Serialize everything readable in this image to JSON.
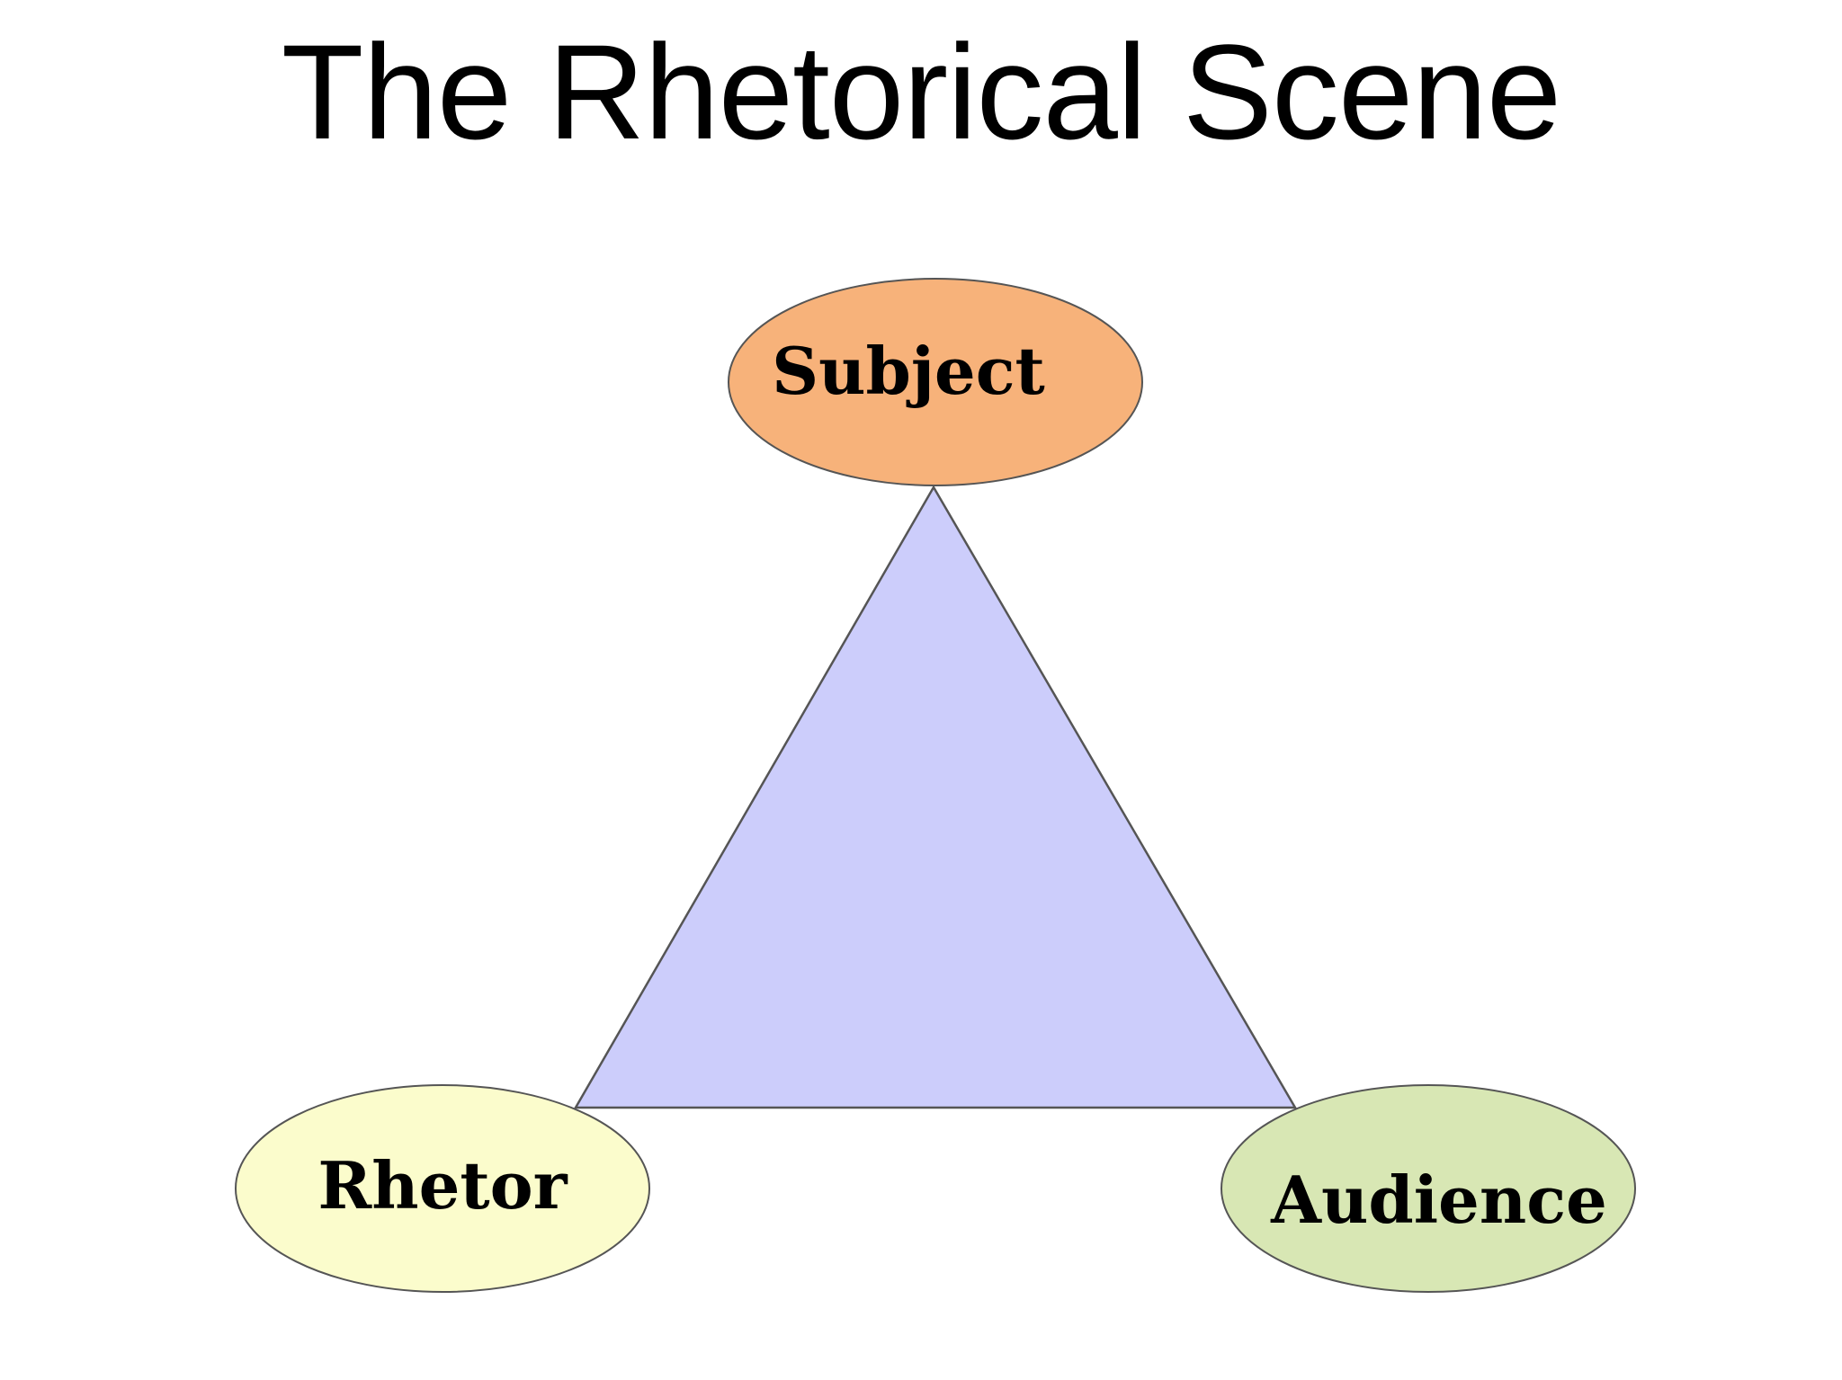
{
  "title": "The Rhetorical Scene",
  "diagram": {
    "type": "rhetorical-triangle",
    "nodes": [
      {
        "id": "subject",
        "label": "Subject",
        "color": "#f7b27a"
      },
      {
        "id": "rhetor",
        "label": "Rhetor",
        "color": "#fbfccc"
      },
      {
        "id": "audience",
        "label": "Audience",
        "color": "#d8e7b4"
      }
    ],
    "triangle_color": "#cccdfb",
    "outline_color": "#555555"
  }
}
